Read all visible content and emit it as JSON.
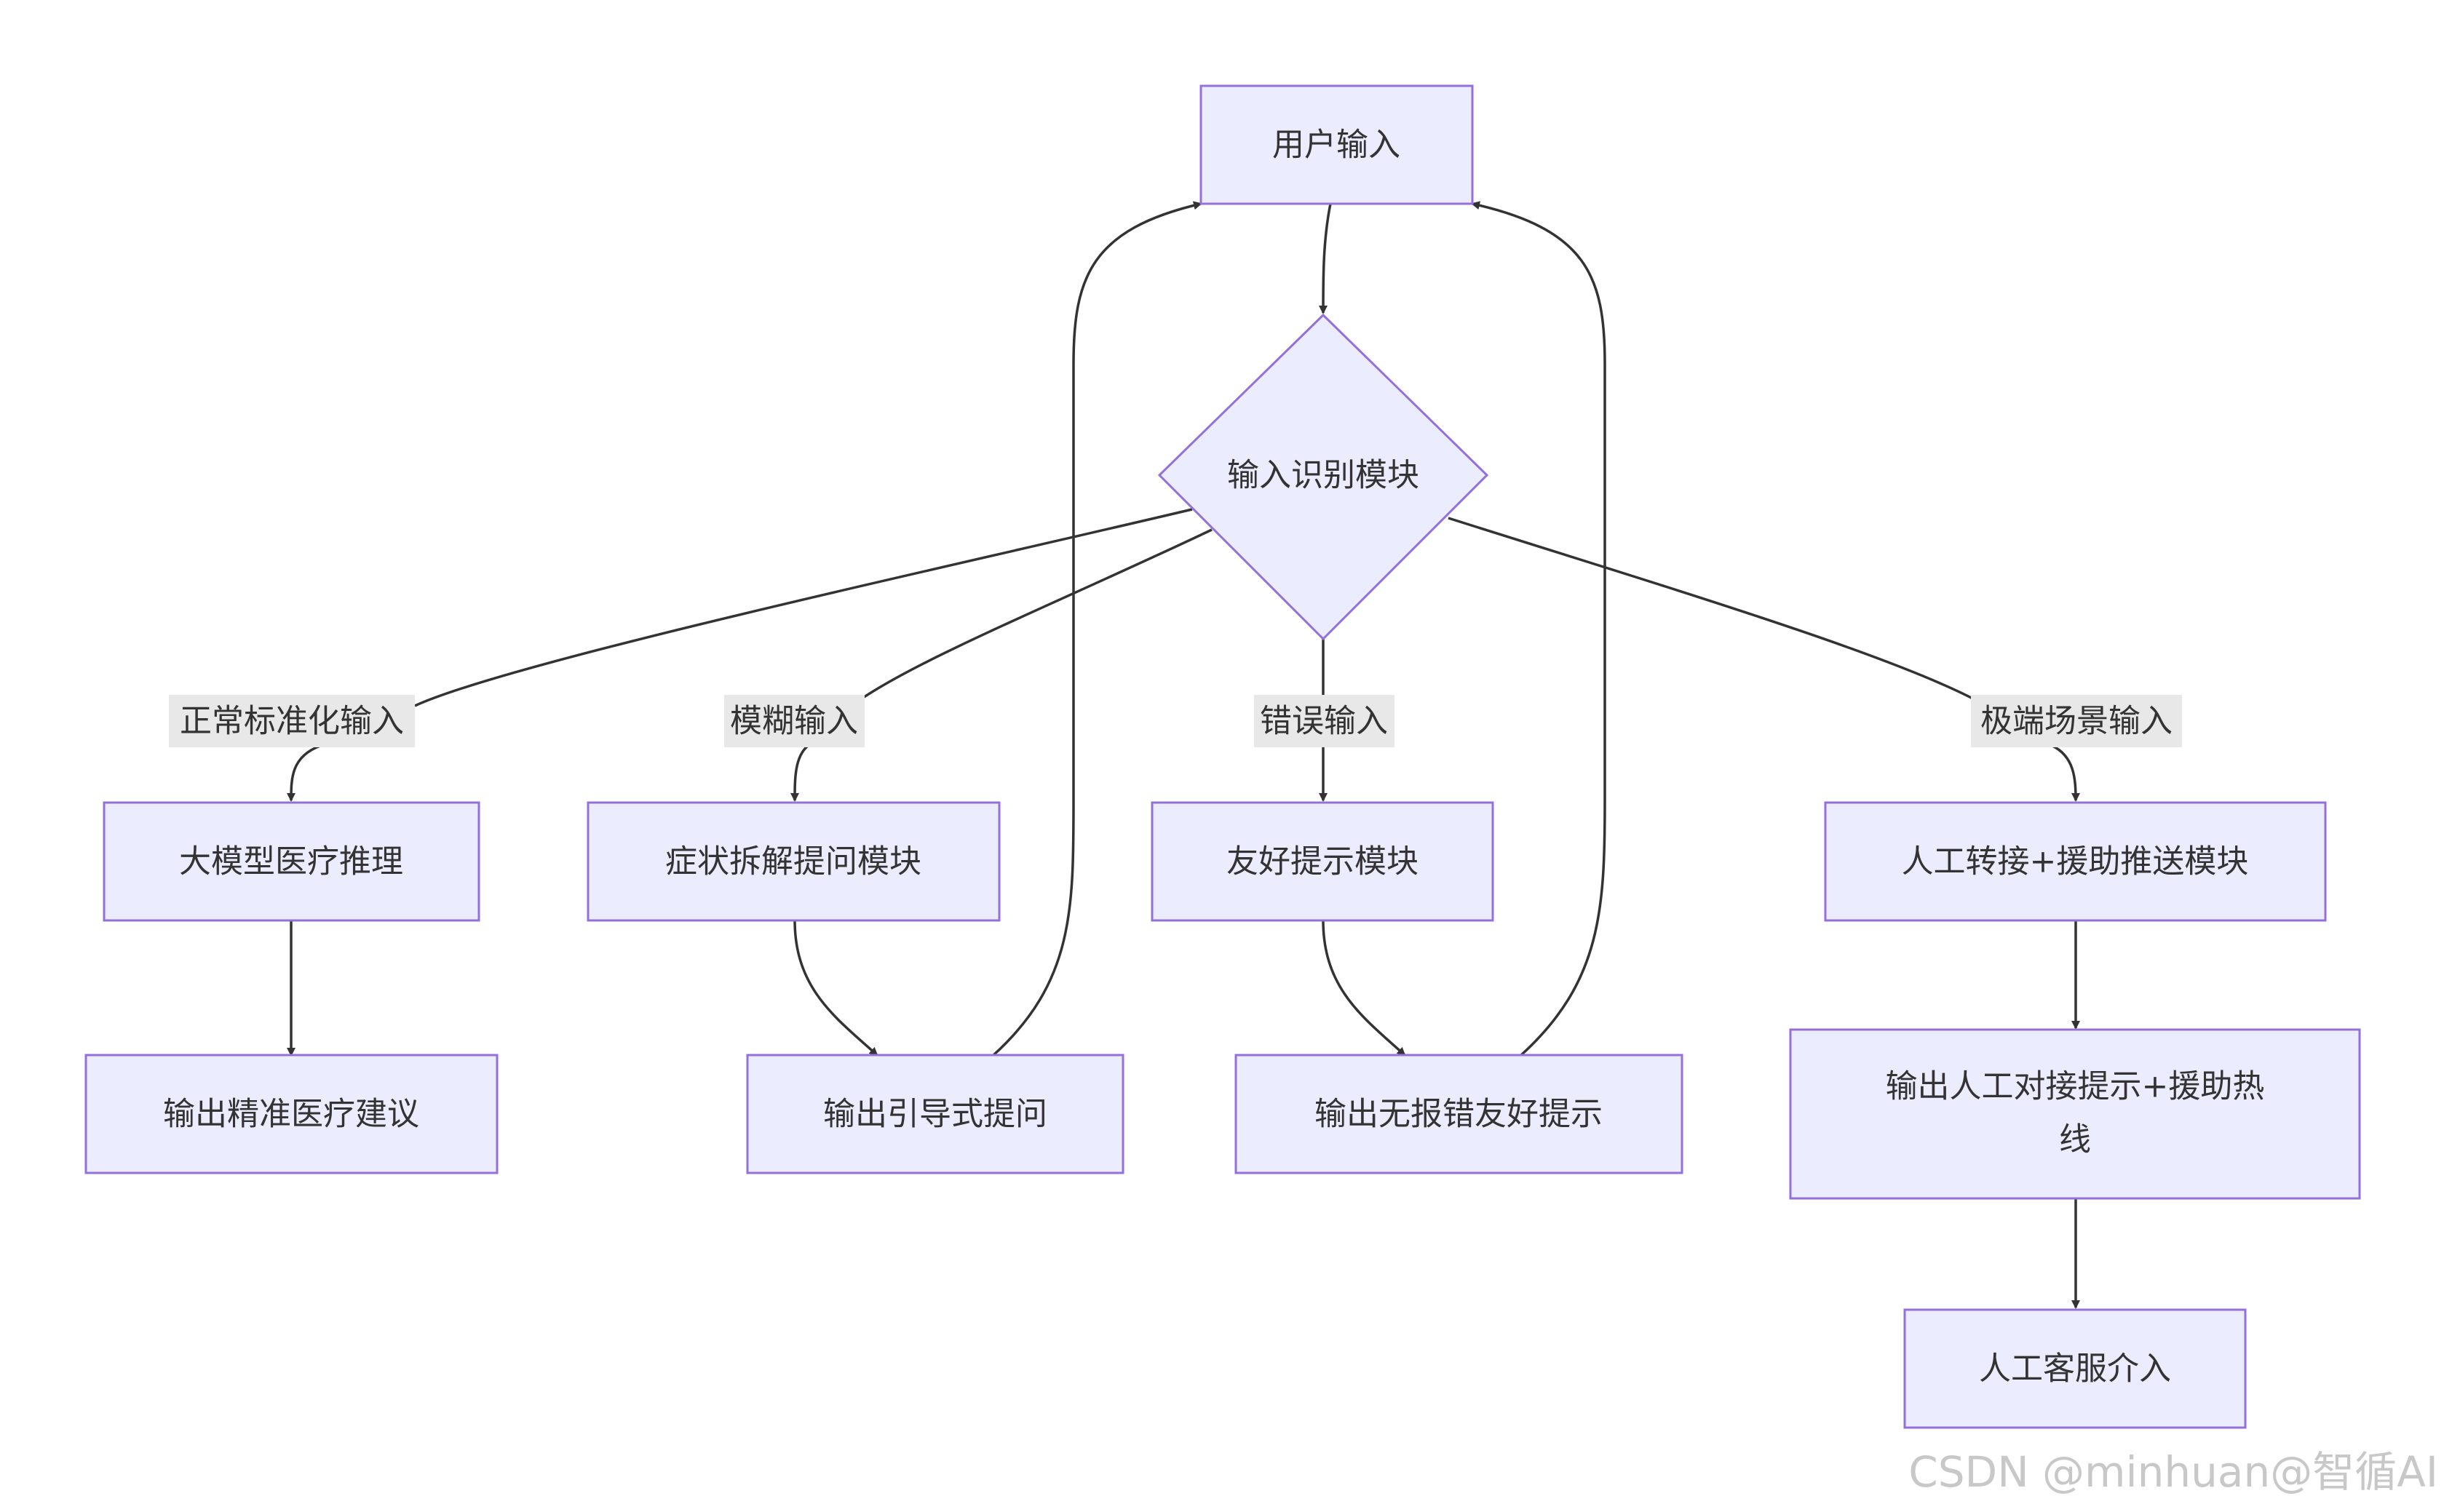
{
  "nodes": {
    "user_input": "用户输入",
    "input_recognition": "输入识别模块",
    "llm_reasoning": "大模型医疗推理",
    "symptom_module": "症状拆解提问模块",
    "friendly_prompt_module": "友好提示模块",
    "human_transfer_module": "人工转接+援助推送模块",
    "output_precise_advice": "输出精准医疗建议",
    "output_guided_question": "输出引导式提问",
    "output_friendly_prompt": "输出无报错友好提示",
    "output_human_hotline_line1": "输出人工对接提示+援助热",
    "output_human_hotline_line2": "线",
    "human_service": "人工客服介入"
  },
  "edge_labels": {
    "normal": "正常标准化输入",
    "fuzzy": "模糊输入",
    "error": "错误输入",
    "extreme": "极端场景输入"
  },
  "watermark": "CSDN @minhuan@智循AI",
  "colors": {
    "node_fill": "#ECECFF",
    "node_stroke": "#9370DB",
    "edge": "#333333",
    "label_bg": "#e8e8e8",
    "text": "#333333"
  }
}
